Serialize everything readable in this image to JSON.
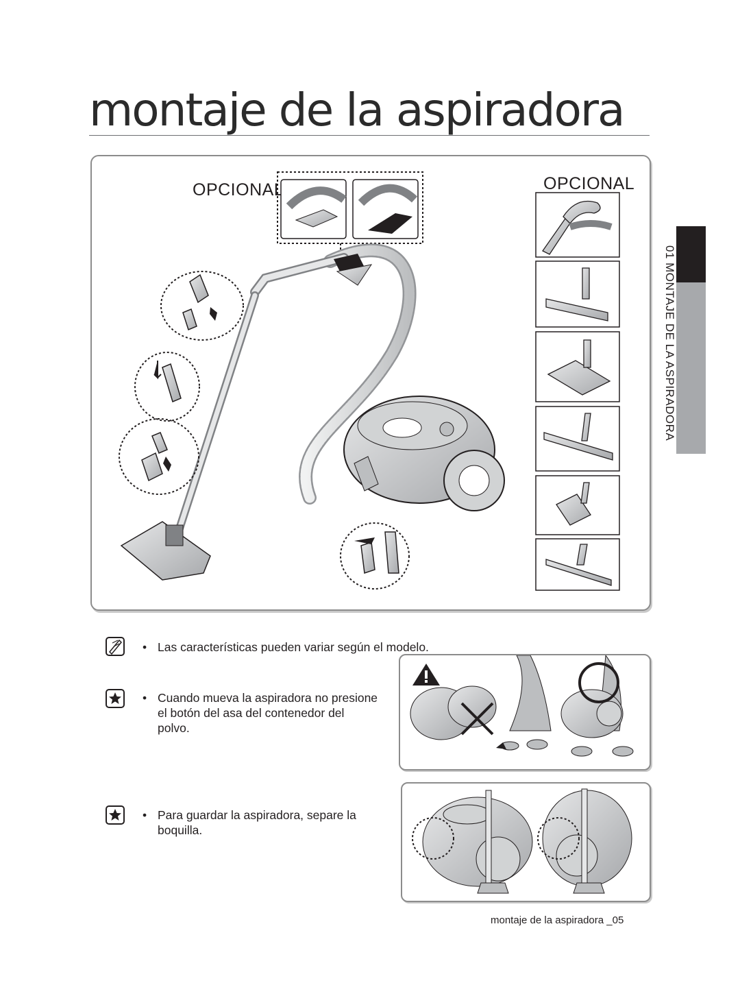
{
  "page": {
    "title": "montaje de la aspiradora",
    "side_tab": "01  MONTAJE DE LA ASPIRADORA",
    "footer": "montaje de la aspiradora _05"
  },
  "diagram": {
    "optional_left": "OPCIONAL",
    "optional_right": "OPCIONAL",
    "accessories": [
      {
        "icon": "handle-with-hose-icon"
      },
      {
        "icon": "floor-brush-icon"
      },
      {
        "icon": "turbo-brush-icon"
      },
      {
        "icon": "parquet-brush-icon"
      },
      {
        "icon": "mini-turbo-brush-icon"
      },
      {
        "icon": "hard-floor-brush-icon"
      }
    ]
  },
  "notes": [
    {
      "icon": "note-pencil-icon",
      "text": "Las características pueden variar según el modelo."
    },
    {
      "icon": "star-icon",
      "lines": [
        "Cuando mueva la aspiradora no presione",
        "el botón del asa del contenedor del",
        "polvo."
      ]
    },
    {
      "icon": "star-icon",
      "lines": [
        "Para guardar la aspiradora, separe la",
        "boquilla."
      ]
    }
  ],
  "colors": {
    "text": "#231f20",
    "tab_dark": "#231f20",
    "tab_light": "#a7a9ac",
    "frame": "#8c8c8c"
  }
}
